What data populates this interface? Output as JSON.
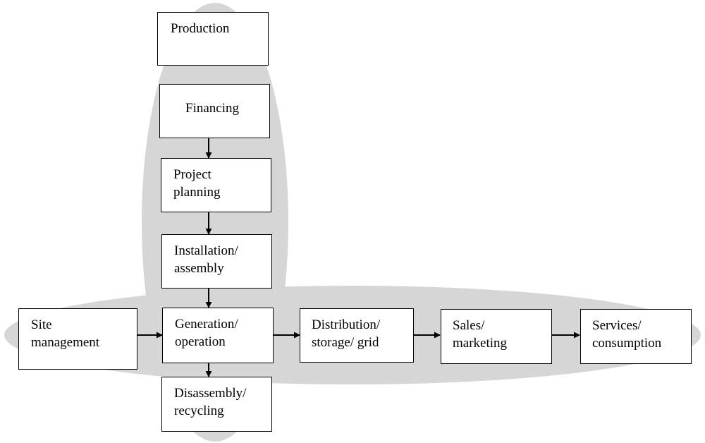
{
  "diagram": {
    "colors": {
      "ellipse_fill": "#d6d6d6",
      "box_fill": "#ffffff",
      "stroke": "#000000"
    },
    "nodes": {
      "production": {
        "lines": [
          "Production"
        ]
      },
      "financing": {
        "lines": [
          "Financing"
        ]
      },
      "project_planning": {
        "lines": [
          "Project",
          "planning"
        ]
      },
      "installation": {
        "lines": [
          "Installation/",
          "assembly"
        ]
      },
      "site_management": {
        "lines": [
          "Site",
          "management"
        ]
      },
      "generation": {
        "lines": [
          "Generation/",
          "operation"
        ]
      },
      "distribution": {
        "lines": [
          "Distribution/",
          "storage/ grid"
        ]
      },
      "sales": {
        "lines": [
          "Sales/",
          "marketing"
        ]
      },
      "services": {
        "lines": [
          "Services/",
          "consumption"
        ]
      },
      "disassembly": {
        "lines": [
          "Disassembly/",
          "recycling"
        ]
      }
    },
    "edges": [
      {
        "from": "financing",
        "to": "project_planning"
      },
      {
        "from": "project_planning",
        "to": "installation"
      },
      {
        "from": "installation",
        "to": "generation"
      },
      {
        "from": "site_management",
        "to": "generation"
      },
      {
        "from": "generation",
        "to": "distribution"
      },
      {
        "from": "distribution",
        "to": "sales"
      },
      {
        "from": "sales",
        "to": "services"
      },
      {
        "from": "generation",
        "to": "disassembly"
      }
    ]
  }
}
